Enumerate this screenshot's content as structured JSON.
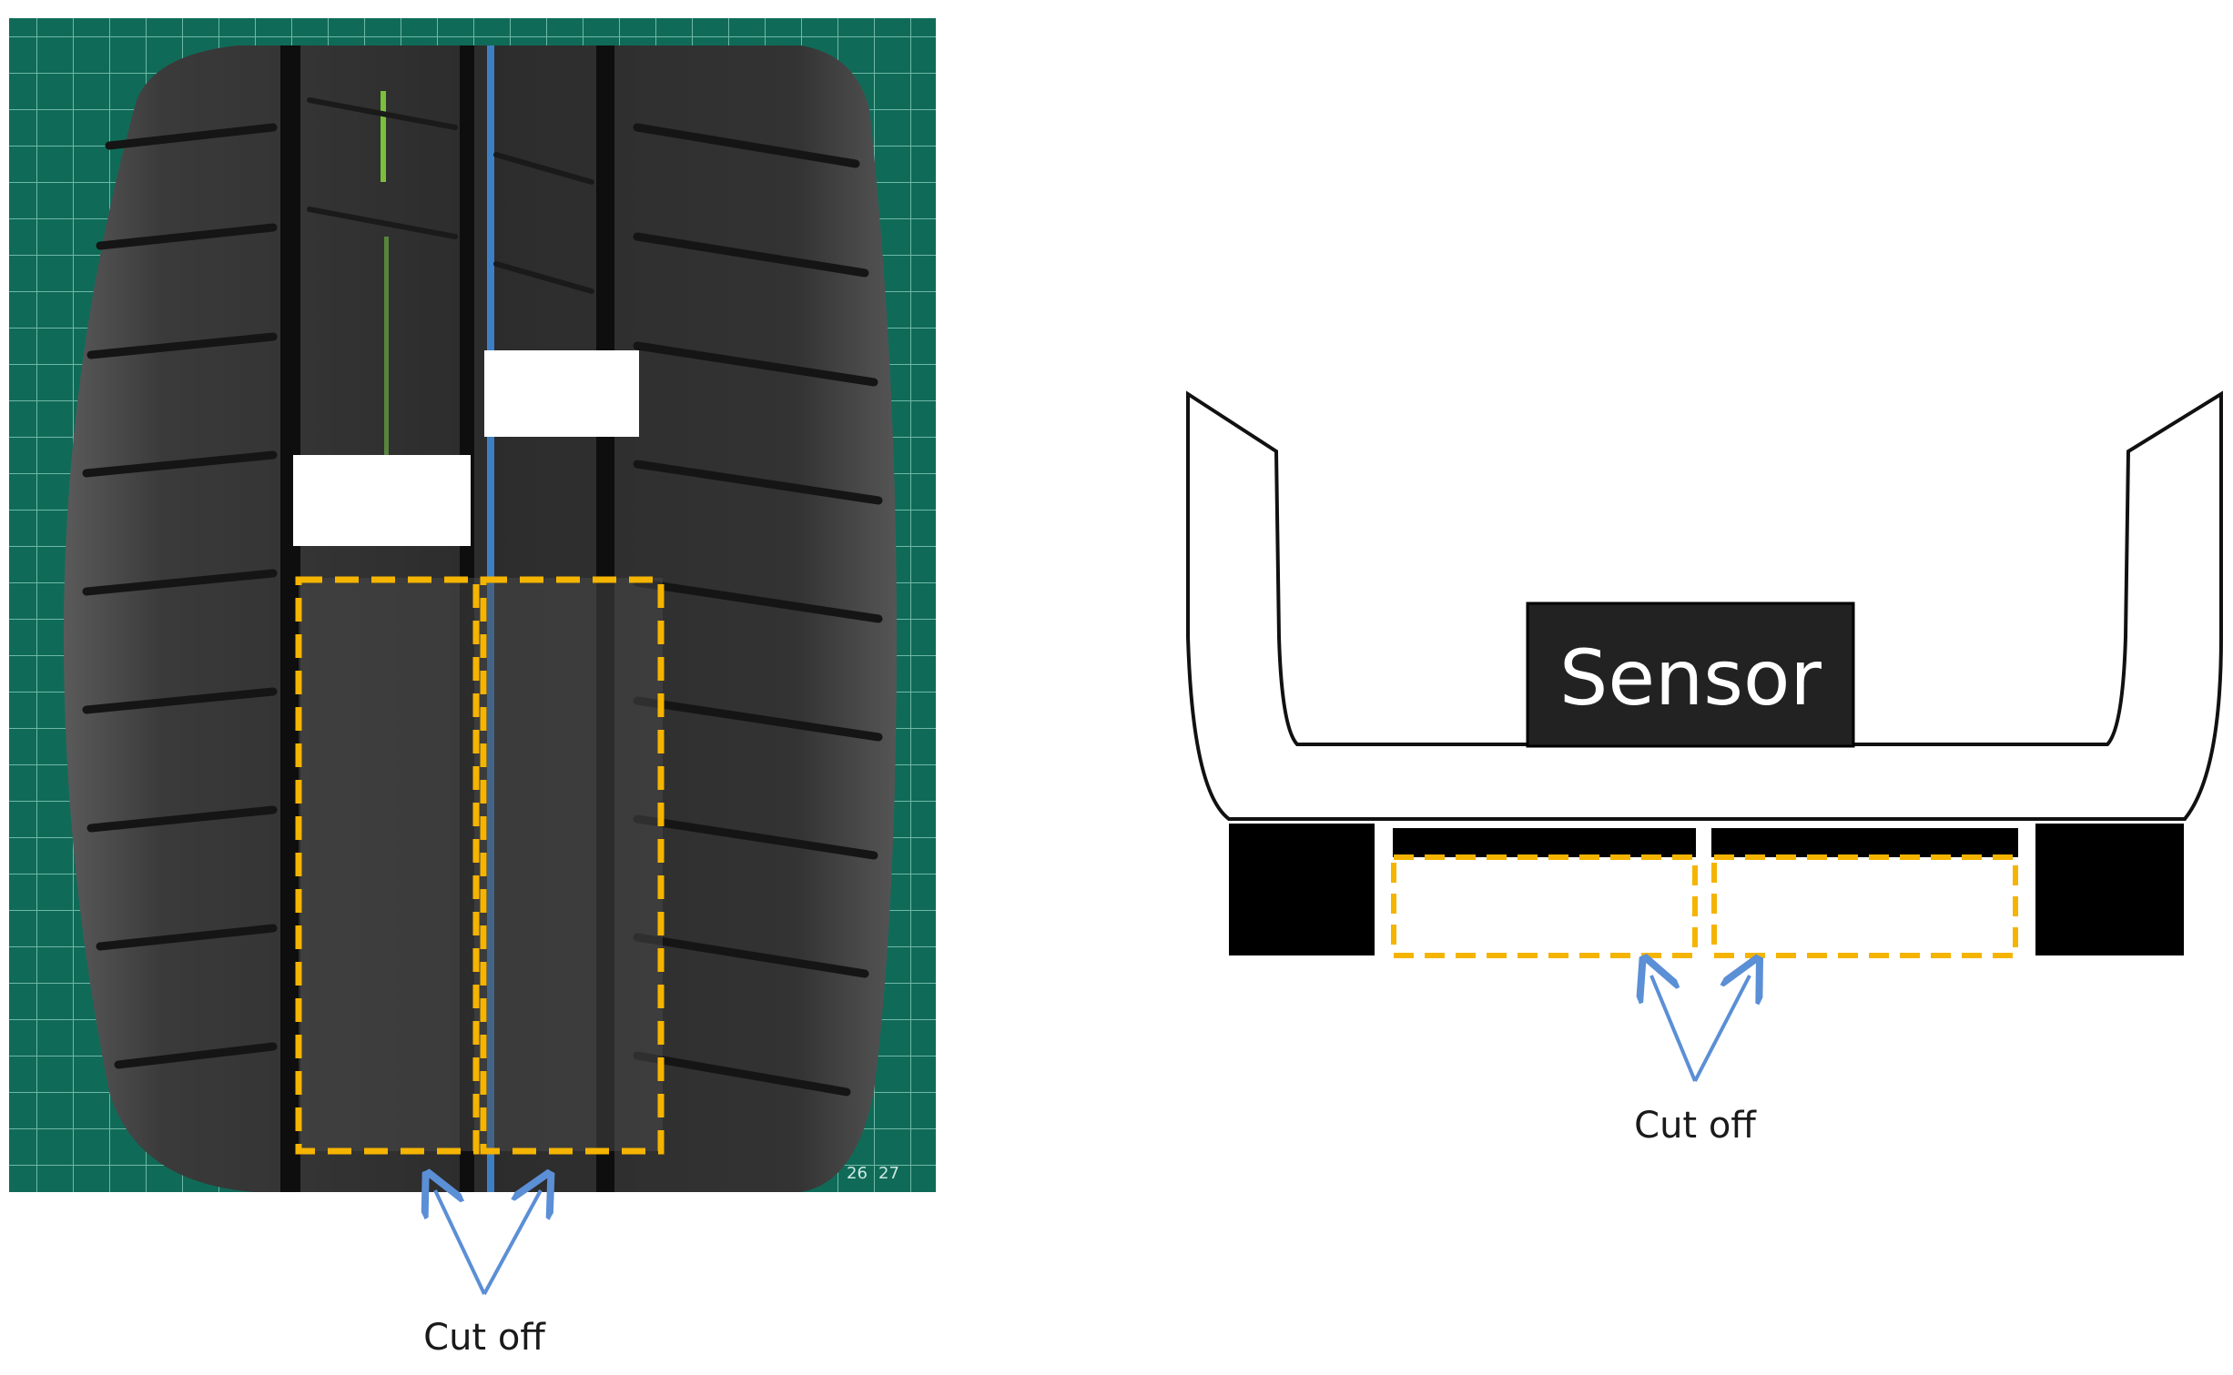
{
  "photo_panel": {
    "cut_off_label": "Cut off",
    "mat_color": "#0f6b58",
    "tire_color": "#2a2a2a",
    "highlight_color": "#f5b400",
    "arrow_color": "#5b8fd6"
  },
  "schematic_panel": {
    "sensor_label": "Sensor",
    "cut_off_label": "Cut off",
    "block_color": "#111111",
    "highlight_color": "#f5b400",
    "arrow_color": "#5b8fd6"
  }
}
